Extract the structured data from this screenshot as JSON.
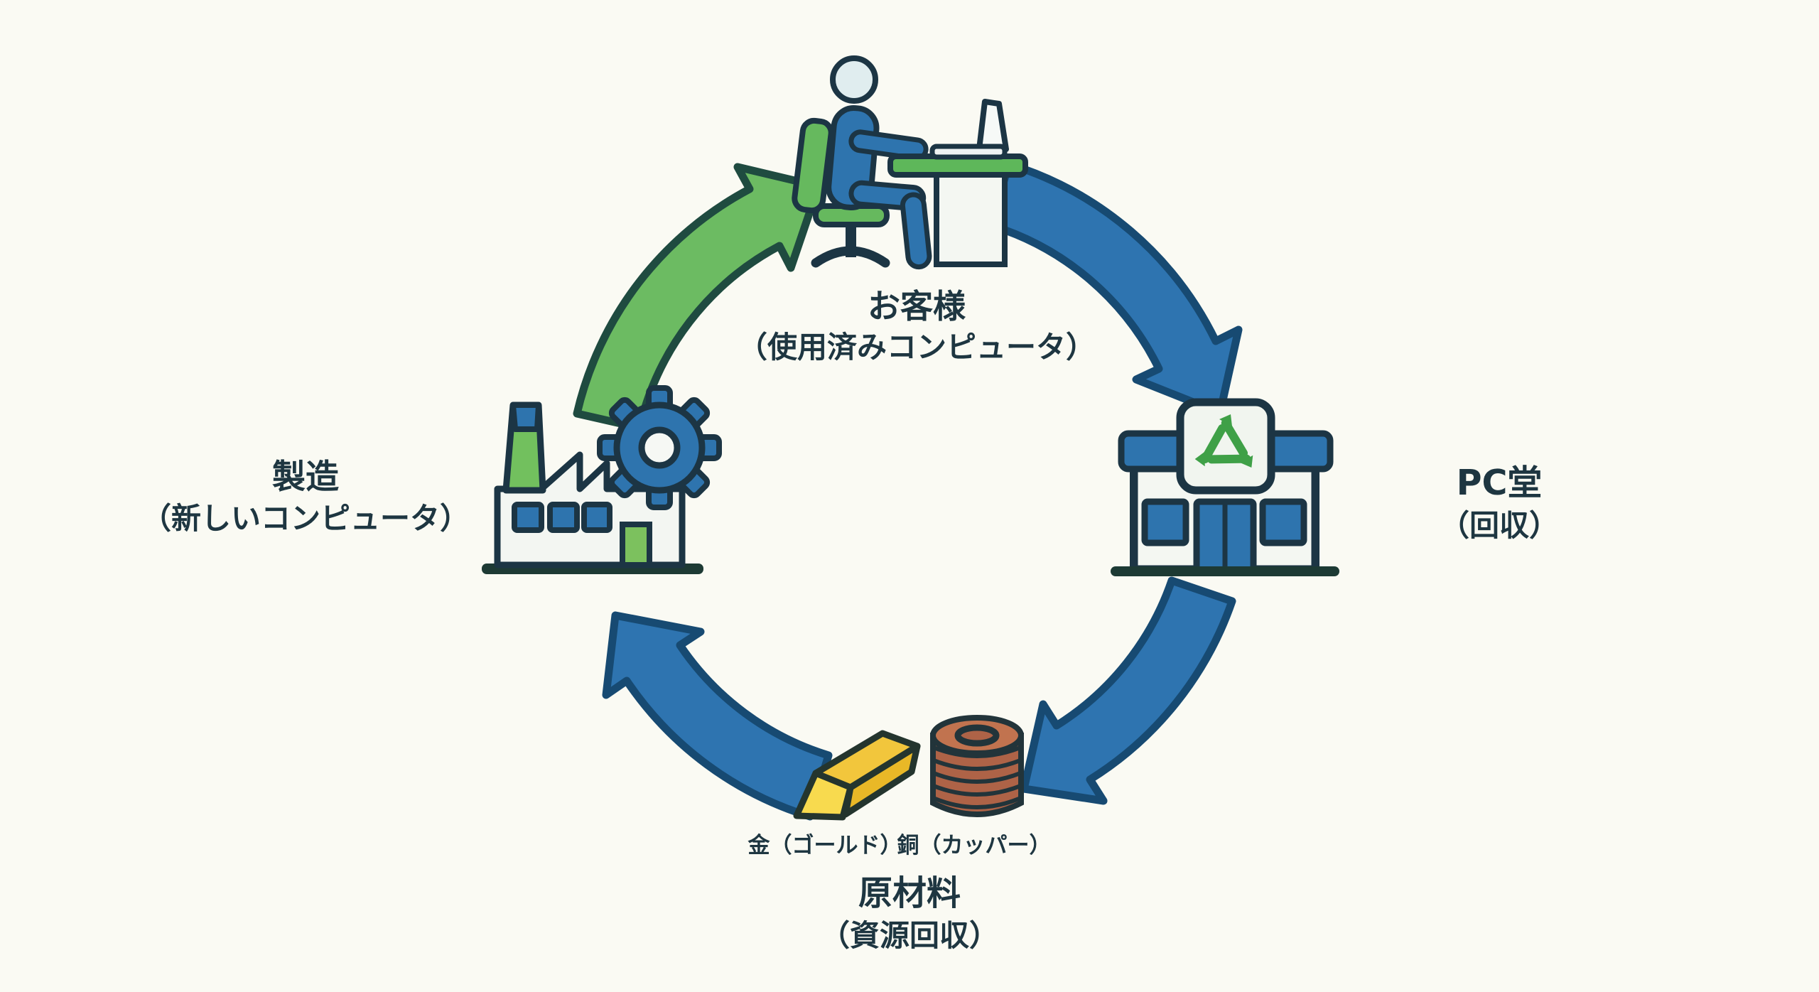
{
  "diagram": {
    "background_color": "#fafaf3",
    "palette": {
      "outline": "#1c3544",
      "blue_fill": "#2e74ae",
      "green_fill": "#66b95e",
      "arrow_blue": "#2e74b0",
      "arrow_blue_outline": "#174a72",
      "arrow_green": "#6cbb62",
      "arrow_green_outline": "#1f4b40",
      "recycle_green": "#3fa047",
      "gold": "#f2c63c",
      "copper": "#ae6347",
      "text": "#1e3641"
    },
    "nodes": {
      "customer": {
        "icon": "person-at-desk-icon",
        "label": "お客様",
        "sublabel": "（使用済みコンピュータ）"
      },
      "store": {
        "icon": "recycle-shop-icon",
        "label": "PC堂",
        "sublabel": "（回収）"
      },
      "materials": {
        "icon": "raw-materials-icon",
        "label": "原材料",
        "sublabel": "（資源回収）",
        "items": [
          {
            "icon": "gold-bar-icon",
            "label": "金（ゴールド）"
          },
          {
            "icon": "copper-coil-icon",
            "label": "銅（カッパー）"
          }
        ]
      },
      "factory": {
        "icon": "factory-gear-icon",
        "label": "製造",
        "sublabel": "（新しいコンピュータ）"
      }
    },
    "arrows": [
      {
        "name": "customer-to-store",
        "color": "blue"
      },
      {
        "name": "store-to-materials",
        "color": "blue"
      },
      {
        "name": "materials-to-factory",
        "color": "blue"
      },
      {
        "name": "factory-to-customer",
        "color": "green"
      }
    ]
  }
}
